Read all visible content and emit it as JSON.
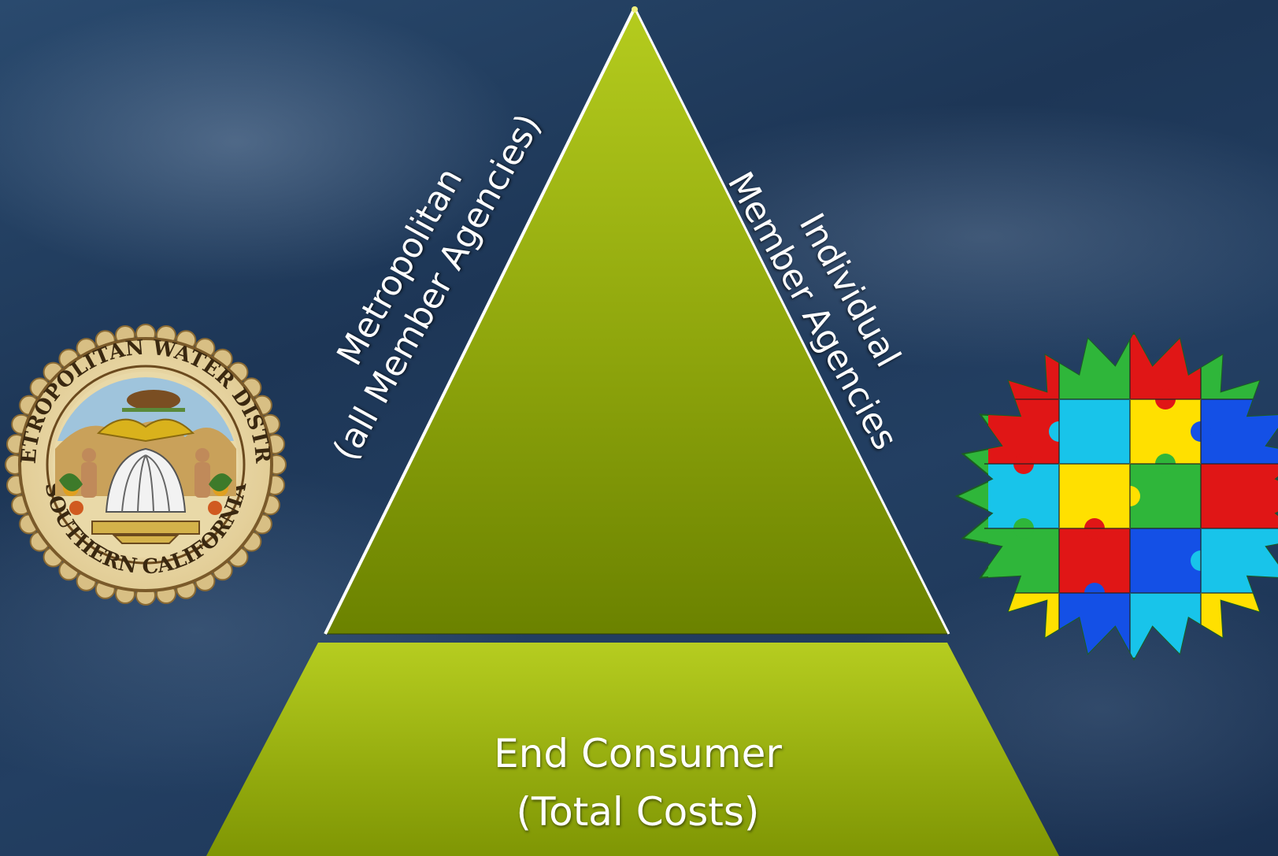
{
  "diagram": {
    "left_label": {
      "line1": "Metropolitan",
      "line2": "(all Member Agencies)"
    },
    "right_label": {
      "line1": "Individual",
      "line2": "Member Agencies"
    },
    "base_label": {
      "line1": "End Consumer",
      "line2": "(Total Costs)"
    }
  },
  "seal": {
    "top_text": "THE METROPOLITAN WATER DISTRICT OF",
    "bottom_text": "SOUTHERN CALIFORNIA"
  },
  "colors": {
    "triangle_light": "#b5cc1e",
    "triangle_dark": "#6f8600",
    "background": "#1d3656",
    "puzzle_red": "#e01616",
    "puzzle_yellow": "#ffe000",
    "puzzle_blue": "#1450e6",
    "puzzle_cyan": "#18c4ea",
    "puzzle_green": "#2fb63a"
  },
  "icons": [
    "mwd-seal-icon",
    "puzzle-badge-icon"
  ]
}
